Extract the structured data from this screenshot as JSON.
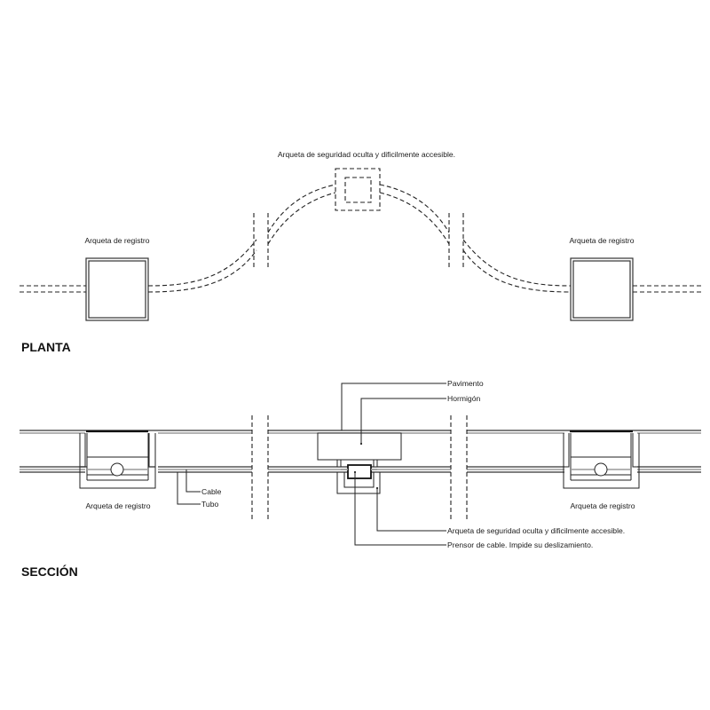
{
  "plan": {
    "title": "PLANTA",
    "label_left_box": "Arqueta de registro",
    "label_right_box": "Arqueta de registro",
    "label_hidden_box": "Arqueta de seguridad oculta y dificilmente accesible."
  },
  "section": {
    "title": "SECCIÓN",
    "label_left_box": "Arqueta de registro",
    "label_right_box": "Arqueta de registro",
    "callouts": {
      "pavement": "Pavimento",
      "concrete": "Hormigón",
      "cable": "Cable",
      "tube": "Tubo",
      "hidden_box": "Arqueta de seguridad oculta y dificilmente accesible.",
      "clamp": "Prensor de cable. Impide su deslizamiento."
    }
  },
  "colors": {
    "line": "#222222",
    "gray_line": "#9a9a9a",
    "background": "#ffffff"
  }
}
